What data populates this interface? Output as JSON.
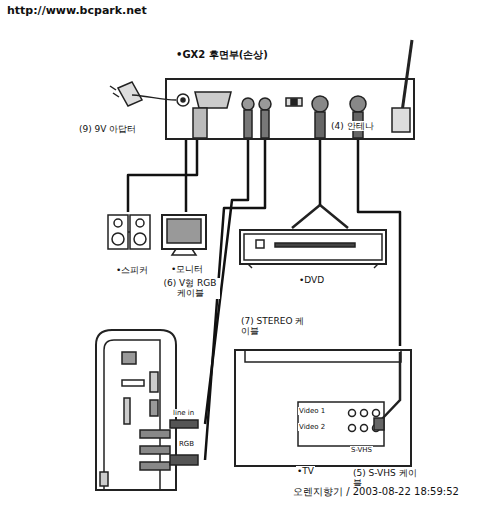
{
  "diagram": {
    "nodes": [
      {
        "text": [
          "•GX2 후면부(손상)"
        ]
      },
      {
        "text": [
          "•스피커"
        ]
      },
      {
        "text": [
          "•모니터",
          "(6) V형 RGB 케이블"
        ]
      },
      {
        "text": [
          "•DVD"
        ]
      },
      {
        "text": [
          "line in",
          "RGB"
        ]
      },
      {
        "text": [
          "Video 1",
          "Video 2",
          "S-VHS",
          "•TV"
        ]
      }
    ],
    "edges": [
      {
        "from": 0,
        "to": 1,
        "arrow": "none"
      },
      {
        "from": 0,
        "to": 2,
        "arrow": "none"
      },
      {
        "from": 0,
        "to": 3,
        "arrow": "none"
      },
      {
        "from": 0,
        "to": 4,
        "arrow": "none"
      },
      {
        "from": 0,
        "to": 4,
        "arrow": "none"
      },
      {
        "from": 0,
        "to": 5,
        "arrow": "none"
      }
    ],
    "labels": [
      "http://www.bcpark.net",
      "(9) 9V 아답터",
      "(4) 안테나",
      "(7) STEREO 케이블",
      "(5) S-VHS 케이블",
      "오렌지향기 / 2003-08-22 18:59:52"
    ]
  }
}
